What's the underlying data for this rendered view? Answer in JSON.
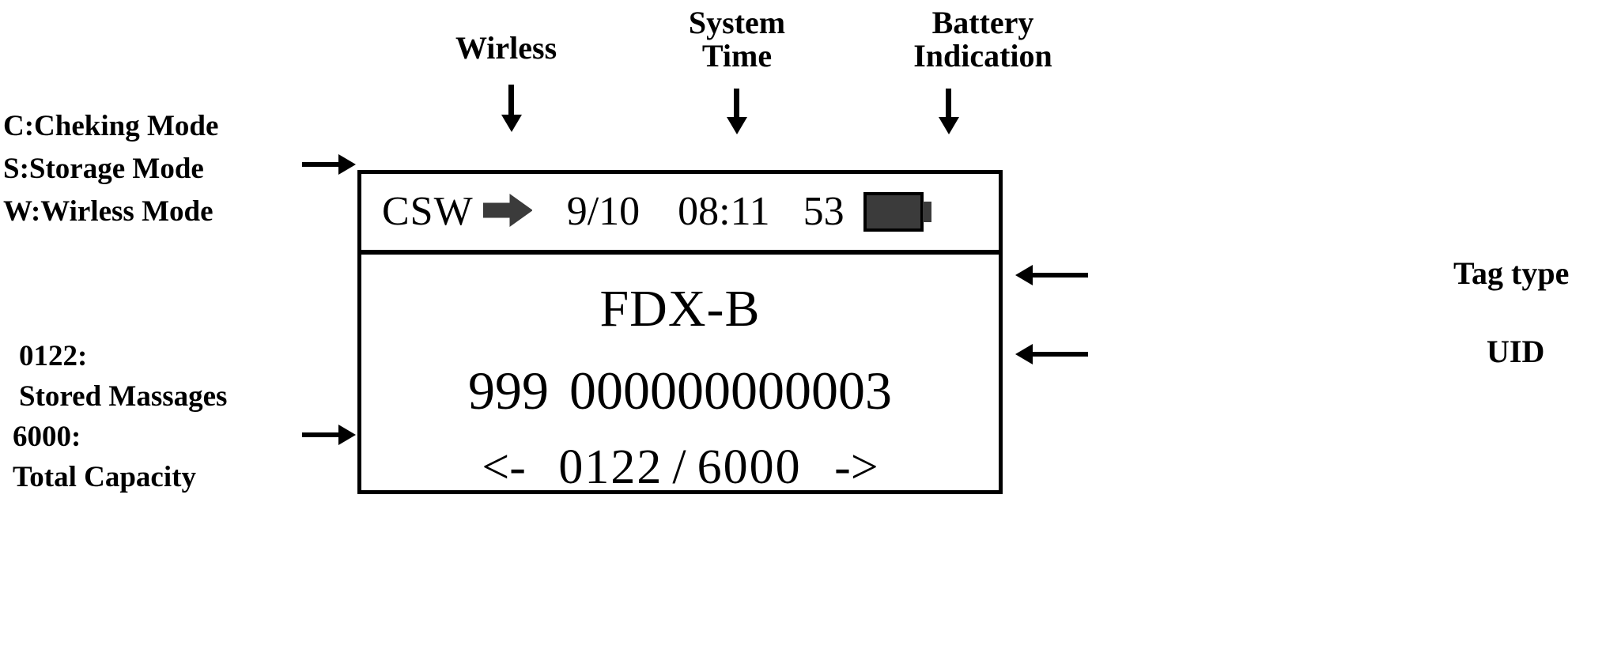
{
  "legend": {
    "modes": [
      "C:Cheking Mode",
      "S:Storage Mode",
      "W:Wirless Mode"
    ],
    "stored": {
      "value_label": "0122:",
      "description": "Stored Massages"
    },
    "capacity": {
      "value_label": "6000:",
      "description": "Total Capacity"
    }
  },
  "callouts": {
    "wireless": "Wirless",
    "system_time": "System Time",
    "battery_indication": "Battery Indication",
    "tag_type": "Tag type",
    "uid": "UID"
  },
  "lcd": {
    "status_bar": {
      "mode_flags": "CSW",
      "wireless_icon": "right-arrow-icon",
      "date": "9/10",
      "time": "08:11",
      "battery_percent": "53",
      "battery_icon": "battery-full-icon"
    },
    "display": {
      "tag_type": "FDX-B",
      "uid_country_code": "999",
      "uid_national_code": "000000000003",
      "nav_prev": "<-",
      "record_index": "0122",
      "record_separator": "/",
      "record_total": "6000",
      "nav_next": "->"
    }
  },
  "colors": {
    "ink": "#000000",
    "background": "#ffffff",
    "icon_fill": "#3b3b3b"
  }
}
